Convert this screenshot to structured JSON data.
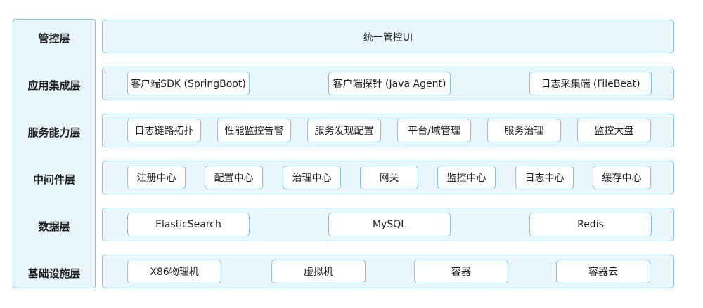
{
  "layers": [
    {
      "label": "管控层",
      "items": [
        "统一管控UI"
      ]
    },
    {
      "label": "应用集成层",
      "items": [
        "客户端SDK (SpringBoot)",
        "客户端探针 (Java Agent)",
        "日志采集端 (FileBeat)"
      ]
    },
    {
      "label": "服务能力层",
      "items": [
        "日志链路拓扑",
        "性能监控告警",
        "服务发现配置",
        "平台/域管理",
        "服务治理",
        "监控大盘"
      ]
    },
    {
      "label": "中间件层",
      "items": [
        "注册中心",
        "配置中心",
        "治理中心",
        "网关",
        "监控中心",
        "日志中心",
        "缓存中心"
      ]
    },
    {
      "label": "数据层",
      "items": [
        "ElasticSearch",
        "MySQL",
        "Redis"
      ]
    },
    {
      "label": "基础设施层",
      "items": [
        "X86物理机",
        "虚拟机",
        "容器",
        "容器云"
      ]
    }
  ],
  "colors": {
    "border": "#7cc3ea",
    "fill": "#eaf6fd",
    "chip_fill": "#ffffff"
  }
}
